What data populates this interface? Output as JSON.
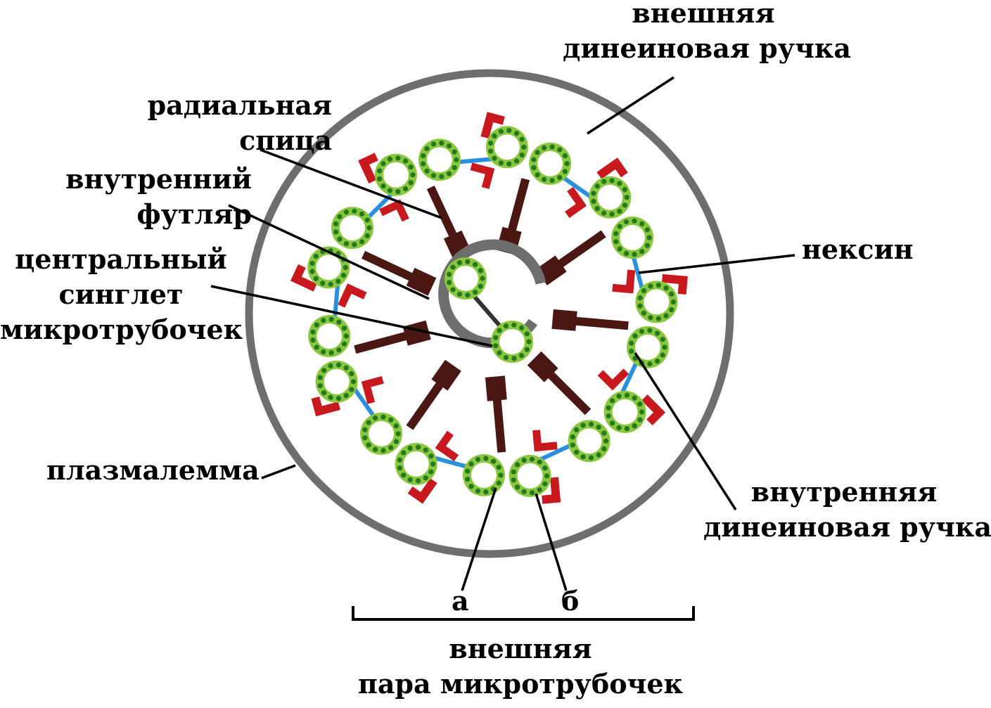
{
  "labels": {
    "outer_dynein_arm": [
      "внешняя",
      "динеиновая ручка"
    ],
    "radial_spoke": [
      "радиальная",
      "спица"
    ],
    "inner_sheath": [
      "внутренний",
      "футляр"
    ],
    "central_singlet": [
      "центральный",
      "синглет",
      "микротрубочек"
    ],
    "nexin": "нексин",
    "plasmalemma": "плазмалемма",
    "inner_dynein_arm": [
      "внутренняя",
      "динеиновая ручка"
    ],
    "tubule_a": "а",
    "tubule_b": "б",
    "outer_doublet": [
      "внешняя",
      "пара микротрубочек"
    ]
  },
  "structure": {
    "outer_doublets": 9,
    "central_singlets": 2
  },
  "colors": {
    "membrane": "#6e6e6e",
    "tubule_fill": "#8cc63f",
    "tubule_dots": "#1f7a1f",
    "dynein": "#c8191e",
    "spoke": "#4a1712",
    "nexin": "#2b8fe0",
    "line": "#000000"
  }
}
